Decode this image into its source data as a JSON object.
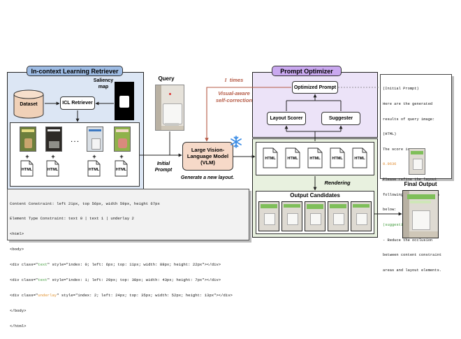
{
  "retriever": {
    "title": "In-context Learning Retriever",
    "dataset": "Dataset",
    "icl": "ICL Retriever",
    "saliency_l1": "Saliency",
    "saliency_l2": "map",
    "dots": ". . ."
  },
  "query": {
    "title": "Query"
  },
  "loop": {
    "times_num": "I",
    "times_word": "times",
    "self_corr_l1": "Visual-aware",
    "self_corr_l2": "self-correction"
  },
  "initial_prompt": {
    "l1": "Initial",
    "l2": "Prompt"
  },
  "vlm": {
    "l1": "Large Vision-",
    "l2": "Language Model",
    "l3": "(VLM)",
    "caption": "Generate a new layout."
  },
  "optimizer": {
    "title": "Prompt Optimizer",
    "optimized": "Optimized Prompt",
    "scorer": "Layout Scorer",
    "suggester": "Suggester"
  },
  "html_label": "HTML",
  "rendering": "Rendering",
  "candidates_title": "Output Candidates",
  "final_output": "Final Output",
  "prompt_panel": {
    "line1": "(Initial Prompt)",
    "line2": "Here are the generated",
    "line3": "results of query image:",
    "line4": "(HTML)",
    "line5": "The score is:",
    "score": "0.9636",
    "line7": "Please refine the layout",
    "line8": "following the instruction",
    "line9": "below:",
    "suggestion": "(suggestion)",
    "line11": "- Reduce the occlusion",
    "line12": "between content constraint",
    "line13": "areas and layout elements."
  },
  "code_panel": {
    "l1": "Content Constraint: left 21px, top 56px, width 59px, height 67px",
    "l2": "Element Type Constraint: text 0 | text 1 | underlay 2",
    "l3": "<html>",
    "l4": "<body>",
    "l5a": "<div class=\"",
    "l5b": "text",
    "l5c": "\" style=\"index: 0; left: 6px; top: 11px; width: 88px; height: 22px\"></div>",
    "l6a": "<div class=\"",
    "l6b": "text",
    "l6c": "\" style=\"index: 1; left: 29px; top: 38px; width: 43px; height: 7px\"></div>",
    "l7a": "<div class=\"",
    "l7b": "underlay",
    "l7c": "\" style=\"index: 2; left: 24px; top: 35px; width: 52px; height: 13px\"></div>",
    "l8": "</body>",
    "l9": "</html>"
  },
  "colors": {
    "retriever_bg": "#dce6f4",
    "retriever_tag": "#9dbbe3",
    "optimizer_bg": "#ece3f8",
    "optimizer_tag": "#c9a8ef",
    "gen_bg": "#e8f1df",
    "vlm_fill": "#f6d9c8",
    "dataset_fill": "#f0d1b8",
    "arrow_red": "#b55a45",
    "code_green": "#3f9a3a",
    "code_orange": "#e0912e",
    "score_orange": "#e08a2c"
  }
}
